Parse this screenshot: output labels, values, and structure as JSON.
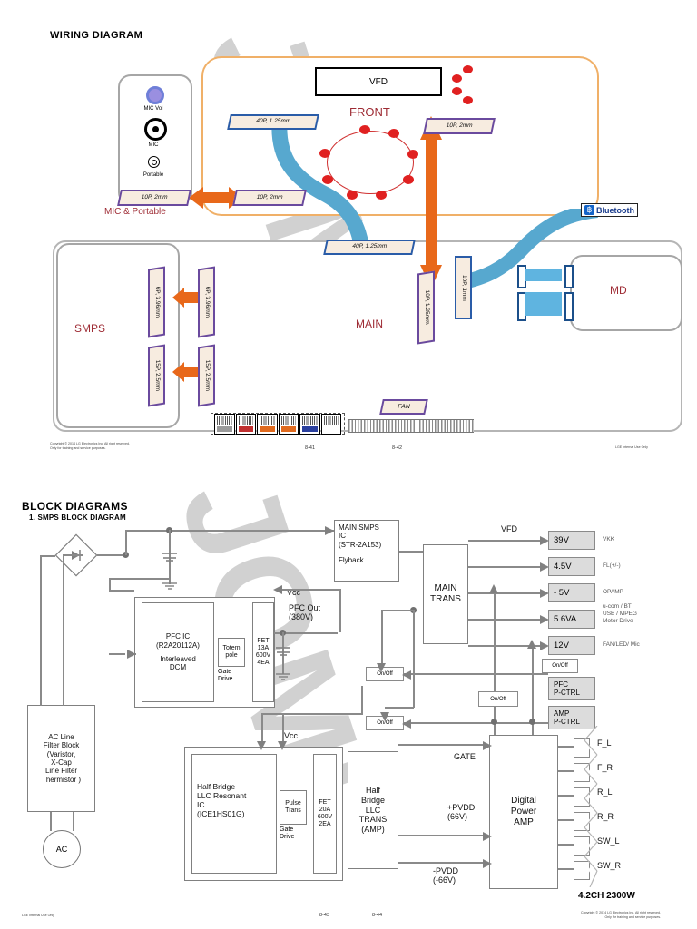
{
  "watermark": "JOMI",
  "wiring": {
    "title": "WIRING DIAGRAM",
    "blocks": {
      "smps": "SMPS",
      "main": "MAIN",
      "md": "MD",
      "front": "FRONT",
      "vfd": "VFD",
      "mic_portable": "MIC & Portable"
    },
    "mic_panel": {
      "mic_vol": "MIC Vol",
      "mic": "MIC",
      "portable": "Portable"
    },
    "connectors": {
      "front_40p": "40P, 1.25mm",
      "front_10p": "10P, 2mm",
      "mic_10p_left": "10P, 2mm",
      "mic_10p_right": "10P, 2mm",
      "main_40p": "40P, 1.25mm",
      "main_10p_125": "10P, 1.25mm",
      "main_10p_1mm": "10P, 1mm",
      "smps_6p_left": "6P, 3.96mm",
      "smps_6p_right": "6P, 3.96mm",
      "smps_15p_left": "15P, 2.5mm",
      "smps_15p_right": "15P, 2.5mm",
      "fan": "FAN"
    },
    "bluetooth": "Bluetooth",
    "footer": {
      "copyright_line1": "Copyright © 2014 LG Electronics Inc, All right reserved,",
      "copyright_line2": "Only for training and service purposes.",
      "page_left": "8-41",
      "page_right": "8-42",
      "internal": "LGE Internal Use Only"
    }
  },
  "block": {
    "title": "BLOCK DIAGRAMS",
    "subtitle": "1. SMPS BLOCK DIAGRAM",
    "ac_line": {
      "l1": "AC Line",
      "l2": "Filter Block",
      "l3": "(Varistor,",
      "l4": "X-Cap",
      "l5": "Line Filter",
      "l6": "Thermistor )",
      "source": "AC"
    },
    "pfc": {
      "ic_l1": "PFC IC",
      "ic_l2": "(R2A20112A)",
      "ic_l3": "Interleaved",
      "ic_l4": "DCM",
      "totem_l1": "Totem",
      "totem_l2": "pole",
      "gate_l1": "Gate",
      "gate_l2": "Drive",
      "fet_l1": "FET",
      "fet_l2": "13A",
      "fet_l3": "600V",
      "fet_l4": "4EA",
      "out_l1": "PFC Out",
      "out_l2": "(380V)",
      "vcc": "Vcc"
    },
    "main_smps": {
      "l1": "MAIN SMPS",
      "l2": "IC",
      "l3": "(STR-2A153)",
      "l4": "Flyback"
    },
    "main_trans": {
      "l1": "MAIN",
      "l2": "TRANS"
    },
    "vfd_label": "VFD",
    "rails": [
      {
        "voltage": "39V",
        "desc": [
          "VKK"
        ]
      },
      {
        "voltage": "4.5V",
        "desc": [
          "FL(+/-)"
        ]
      },
      {
        "voltage": "- 5V",
        "desc": [
          "OPAMP"
        ]
      },
      {
        "voltage": "5.6VA",
        "desc": [
          "u-com / BT",
          "USB / MPEG",
          "Motor Drive"
        ]
      },
      {
        "voltage": "12V",
        "desc": [
          "FAN/LED/ Mic"
        ]
      }
    ],
    "ctrl": {
      "pfc_l1": "PFC",
      "pfc_l2": "P-CTRL",
      "amp_l1": "AMP",
      "amp_l2": "P-CTRL",
      "onoff": "On/Off"
    },
    "llc": {
      "ic_l1": "Half Bridge",
      "ic_l2": "LLC Resonant",
      "ic_l3": "IC",
      "ic_l4": "(ICE1HS01G)",
      "pulse_l1": "Pulse",
      "pulse_l2": "Trans",
      "gate_l1": "Gate",
      "gate_l2": "Drive",
      "fet_l1": "FET",
      "fet_l2": "20A",
      "fet_l3": "600V",
      "fet_l4": "2EA",
      "vcc": "Vcc"
    },
    "llc_trans": {
      "l1": "Half",
      "l2": "Bridge",
      "l3": "LLC",
      "l4": "TRANS",
      "l5": "(AMP)"
    },
    "amp": {
      "l1": "Digital",
      "l2": "Power",
      "l3": "AMP"
    },
    "amp_signals": {
      "gate": "GATE",
      "pvdd_pos_l1": "+PVDD",
      "pvdd_pos_l2": "(66V)",
      "pvdd_neg_l1": "-PVDD",
      "pvdd_neg_l2": "(-66V)"
    },
    "speakers": [
      "F_L",
      "F_R",
      "R_L",
      "R_R",
      "SW_L",
      "SW_R"
    ],
    "power_spec": "4.2CH 2300W",
    "footer": {
      "internal": "LGE Internal Use Only",
      "page_left": "8-43",
      "page_right": "8-44",
      "copyright_line1": "Copyright © 2014 LG Electronics Inc, All right reserved,",
      "copyright_line2": "Only for training and service purposes."
    }
  }
}
